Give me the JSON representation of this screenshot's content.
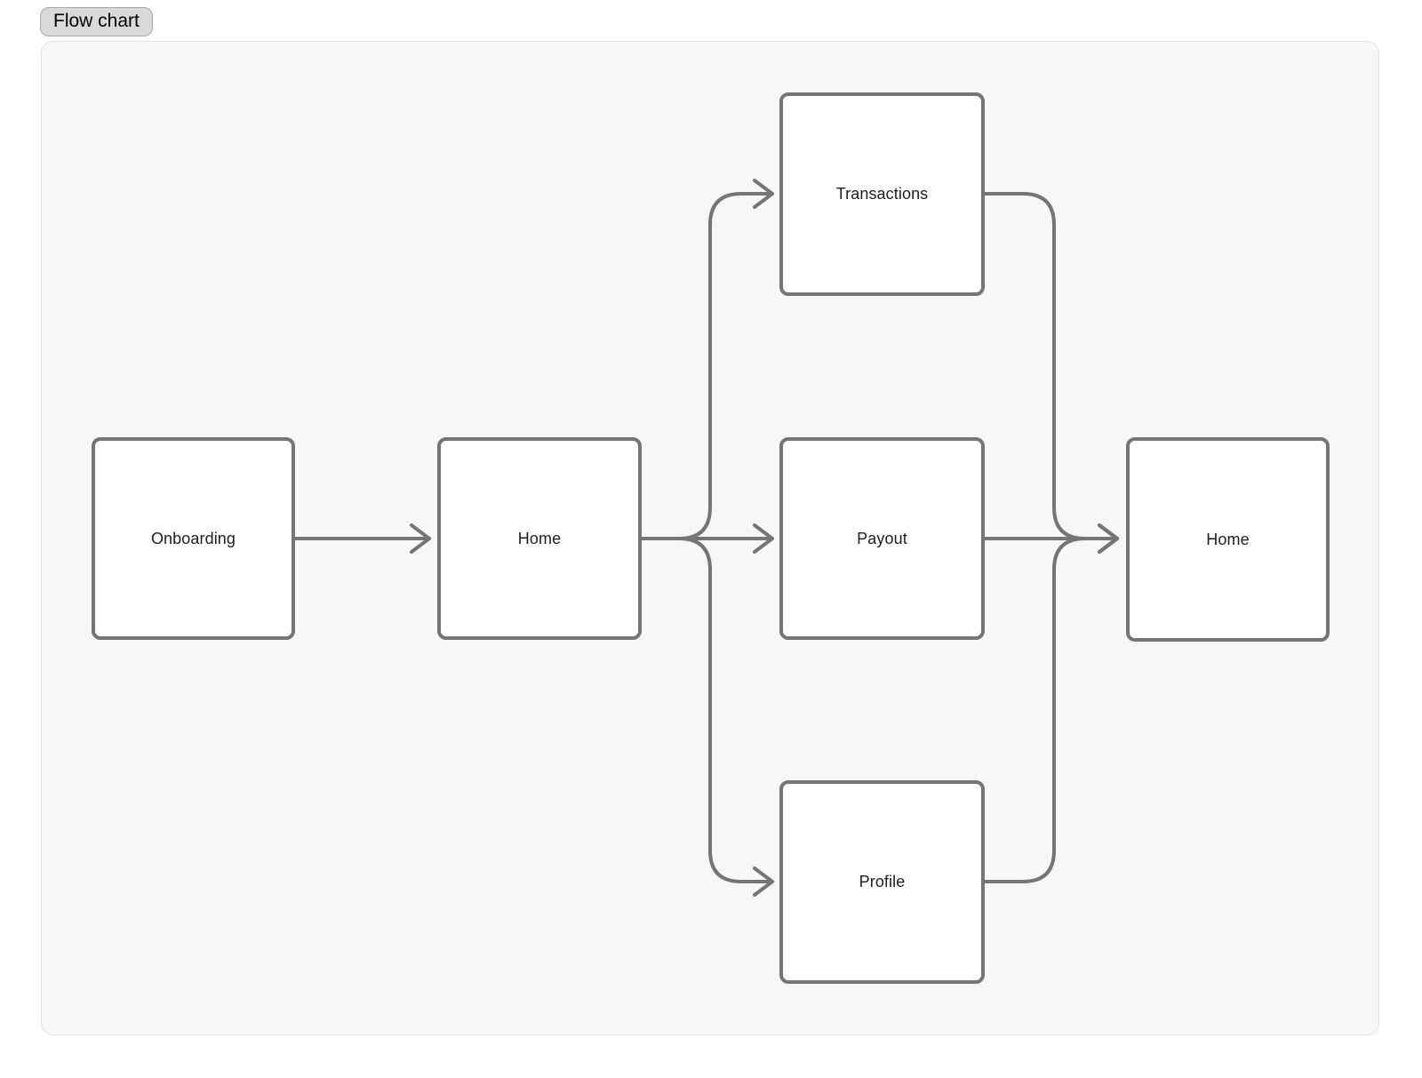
{
  "frame_label": "Flow chart",
  "diagram": {
    "type": "flowchart",
    "nodes": [
      {
        "id": "onboarding",
        "label": "Onboarding"
      },
      {
        "id": "home-1",
        "label": "Home"
      },
      {
        "id": "transactions",
        "label": "Transactions"
      },
      {
        "id": "payout",
        "label": "Payout"
      },
      {
        "id": "profile",
        "label": "Profile"
      },
      {
        "id": "home-2",
        "label": "Home"
      }
    ],
    "edges": [
      {
        "from": "onboarding",
        "to": "home-1"
      },
      {
        "from": "home-1",
        "to": "transactions"
      },
      {
        "from": "home-1",
        "to": "payout"
      },
      {
        "from": "home-1",
        "to": "profile"
      },
      {
        "from": "transactions",
        "to": "home-2"
      },
      {
        "from": "payout",
        "to": "home-2"
      },
      {
        "from": "profile",
        "to": "home-2"
      }
    ]
  },
  "theme": {
    "connector": "#757575",
    "node_border": "#757575",
    "node_fill": "#ffffff",
    "canvas_bg": "#f7f7f7",
    "canvas_border": "#e3e3e3",
    "badge_bg": "#d9d9d9",
    "badge_border": "#a8a8a8",
    "text": "#1e1e1e"
  }
}
